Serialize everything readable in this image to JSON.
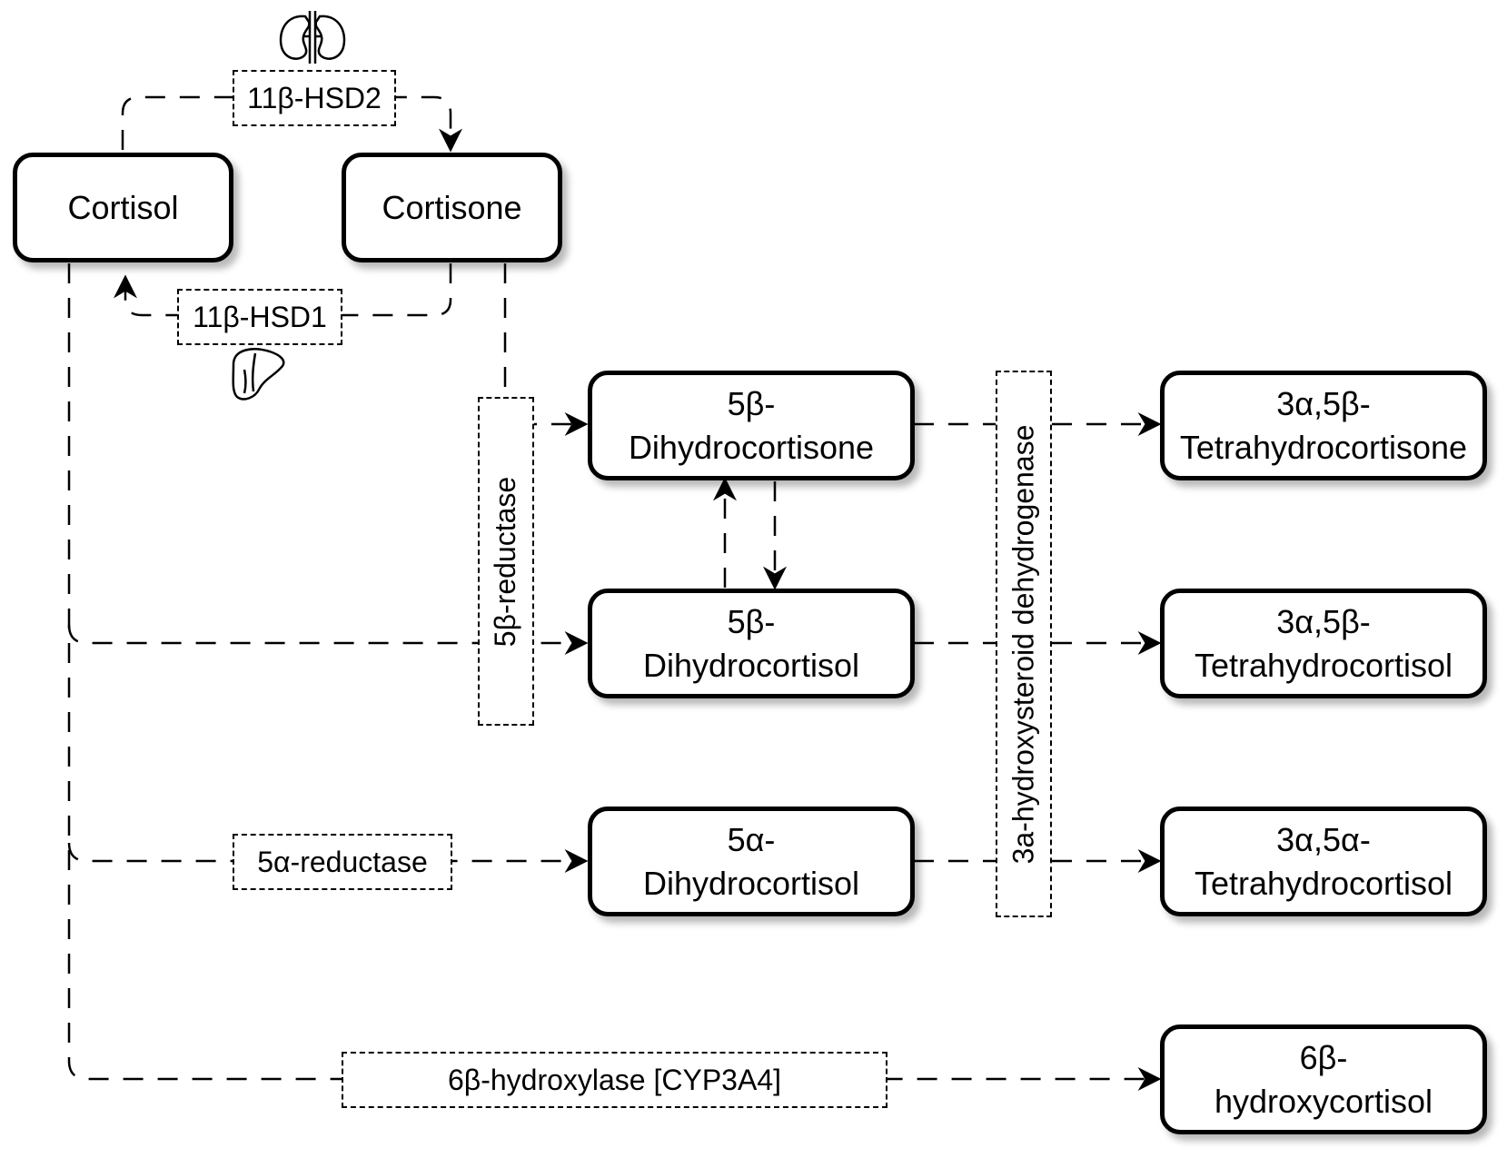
{
  "nodes": {
    "cortisol": "Cortisol",
    "cortisone": "Cortisone",
    "dhcortisone_5b": "5β-\nDihydrocortisone",
    "dhcortisol_5b": "5β-\nDihydrocortisol",
    "dhcortisol_5a": "5α-\nDihydrocortisol",
    "thcortisone_3a5b": "3α,5β-\nTetrahydrocortisone",
    "thcortisol_3a5b": "3α,5β-\nTetrahydrocortisol",
    "thcortisol_3a5a": "3α,5α-\nTetrahydrocortisol",
    "hydroxycortisol_6b": "6β-\nhydroxycortisol"
  },
  "enzymes": {
    "hsd2": "11β-HSD2",
    "hsd1": "11β-HSD1",
    "reductase_5b": "5β-reductase",
    "hydroxysteroid_dh": "3a-hydroxysteroid dehydrogenase",
    "reductase_5a": "5α-reductase",
    "cyp3a4": "6β-hydroxylase [CYP3A4]"
  },
  "icons": {
    "hsd2_location": "kidney-icon",
    "hsd1_location": "liver-icon"
  },
  "colors": {
    "line": "#000000",
    "box_fill": "#ffffff"
  }
}
